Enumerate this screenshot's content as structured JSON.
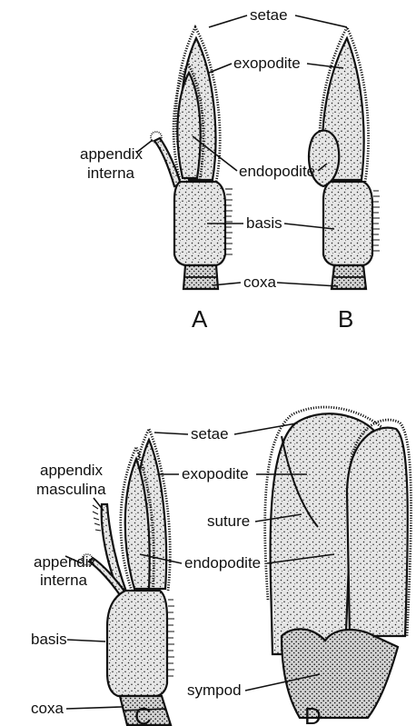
{
  "figures": {
    "A": {
      "letter": "A",
      "labels": {
        "setae": "setae",
        "exopodite": "exopodite",
        "appendix_interna_line1": "appendix",
        "appendix_interna_line2": "interna",
        "endopodite": "endopodite",
        "basis": "basis",
        "coxa": "coxa"
      }
    },
    "B": {
      "letter": "B"
    },
    "C": {
      "letter": "C",
      "labels": {
        "setae": "setae",
        "appendix_masculina_line1": "appendix",
        "appendix_masculina_line2": "masculina",
        "exopodite": "exopodite",
        "appendix_interna_line1": "appendix",
        "appendix_interna_line2": "interna",
        "endopodite": "endopodite",
        "basis": "basis",
        "coxa": "coxa"
      }
    },
    "D": {
      "letter": "D",
      "labels": {
        "suture": "suture",
        "sympod": "sympod"
      }
    }
  }
}
